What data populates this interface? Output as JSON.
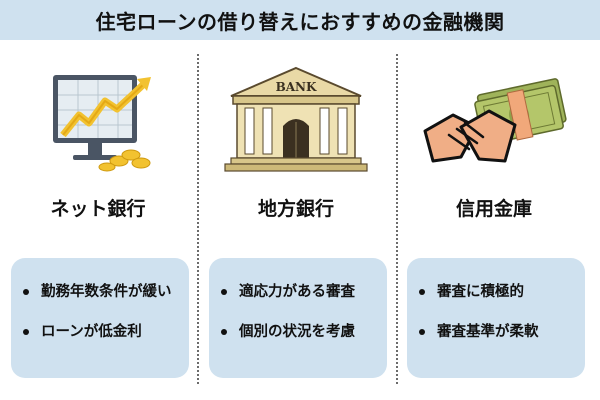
{
  "title": "住宅ローンの借り替えにおすすめの金融機関",
  "columns": [
    {
      "heading": "ネット銀行",
      "icon": "online-trading-monitor-icon",
      "items": [
        "勤務年数条件が緩い",
        "ローンが低金利"
      ]
    },
    {
      "heading": "地方銀行",
      "icon": "bank-building-icon",
      "bank_sign": "BANK",
      "items": [
        "適応力がある審査",
        "個別の状況を考慮"
      ]
    },
    {
      "heading": "信用金庫",
      "icon": "handshake-money-icon",
      "items": [
        "審査に積極的",
        "審査基準が柔軟"
      ]
    }
  ],
  "colors": {
    "panel": "#cfe1ef",
    "text": "#111111",
    "divider": "#6b6b6b"
  }
}
